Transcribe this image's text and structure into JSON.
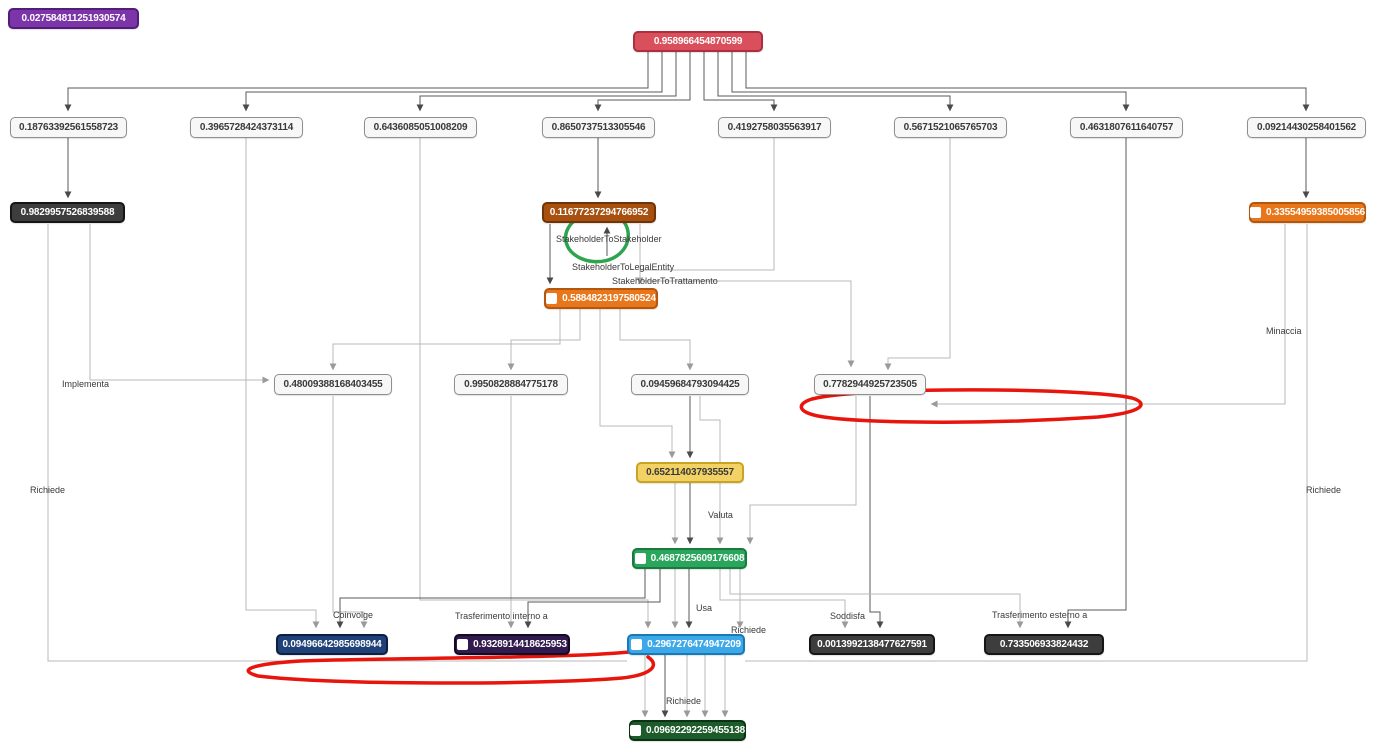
{
  "diagram": {
    "nodes": {
      "purple_tl": {
        "value": "0.027584811251930574"
      },
      "root": {
        "value": "0.958966454870599"
      },
      "r1c1": {
        "value": "0.18763392561558723"
      },
      "r1c2": {
        "value": "0.3965728424373114"
      },
      "r1c3": {
        "value": "0.6436085051008209"
      },
      "r1c4": {
        "value": "0.8650737513305546"
      },
      "r1c5": {
        "value": "0.4192758035563917"
      },
      "r1c6": {
        "value": "0.5671521065765703"
      },
      "r1c7": {
        "value": "0.4631807611640757"
      },
      "r1c8": {
        "value": "0.09214430258401562"
      },
      "dark_left": {
        "value": "0.9829957526839588"
      },
      "brown": {
        "value": "0.11677237294766952"
      },
      "orange_right": {
        "value": "0.33554959385005856"
      },
      "orange_mid": {
        "value": "0.5884823197580524"
      },
      "r3c1": {
        "value": "0.48009388168403455"
      },
      "r3c2": {
        "value": "0.9950828884775178"
      },
      "r3c3": {
        "value": "0.09459684793094425"
      },
      "r3c4": {
        "value": "0.7782944925723505"
      },
      "yellow": {
        "value": "0.652114037935557"
      },
      "green_mid": {
        "value": "0.4687825609176608"
      },
      "navy": {
        "value": "0.09496642985698944"
      },
      "dark_purple": {
        "value": "0.9328914418625953"
      },
      "light_blue": {
        "value": "0.2967276474947209"
      },
      "dark_b1": {
        "value": "0.0013992138477627591"
      },
      "dark_b2": {
        "value": "0.733506933824432"
      },
      "green_bottom": {
        "value": "0.09692292259455138"
      }
    },
    "edge_labels": {
      "stakeholder_to_stakeholder": "StakeholderToStakeholder",
      "stakeholder_to_legal_entity": "StakeholderToLegalEntity",
      "stakeholder_to_trattamento": "StakeholderToTrattamento",
      "implementa": "Implementa",
      "richiede": "Richiede",
      "minaccia": "Minaccia",
      "valuta": "Valuta",
      "coinvolge": "Coinvolge",
      "trasferimento_interno": "Trasferimento interno a",
      "usa": "Usa",
      "soddisfa": "Soddisfa",
      "trasferimento_esterno": "Trasferimento esterno a"
    },
    "colors": {
      "purple": "#7b35a8",
      "red": "#d9505c",
      "white_node": "#f7f7f7",
      "dark": "#3d3d3d",
      "brown": "#a8500f",
      "orange": "#e8761b",
      "yellow": "#f2d264",
      "green": "#2aa65c",
      "navy": "#1f4178",
      "dark_purple": "#311a4d",
      "light_blue": "#3da8e8",
      "dark_green": "#1d5c2a",
      "edge_gray": "#b9b9b9",
      "annotation_red": "#e8150c",
      "annotation_green": "#2ea44f"
    }
  }
}
